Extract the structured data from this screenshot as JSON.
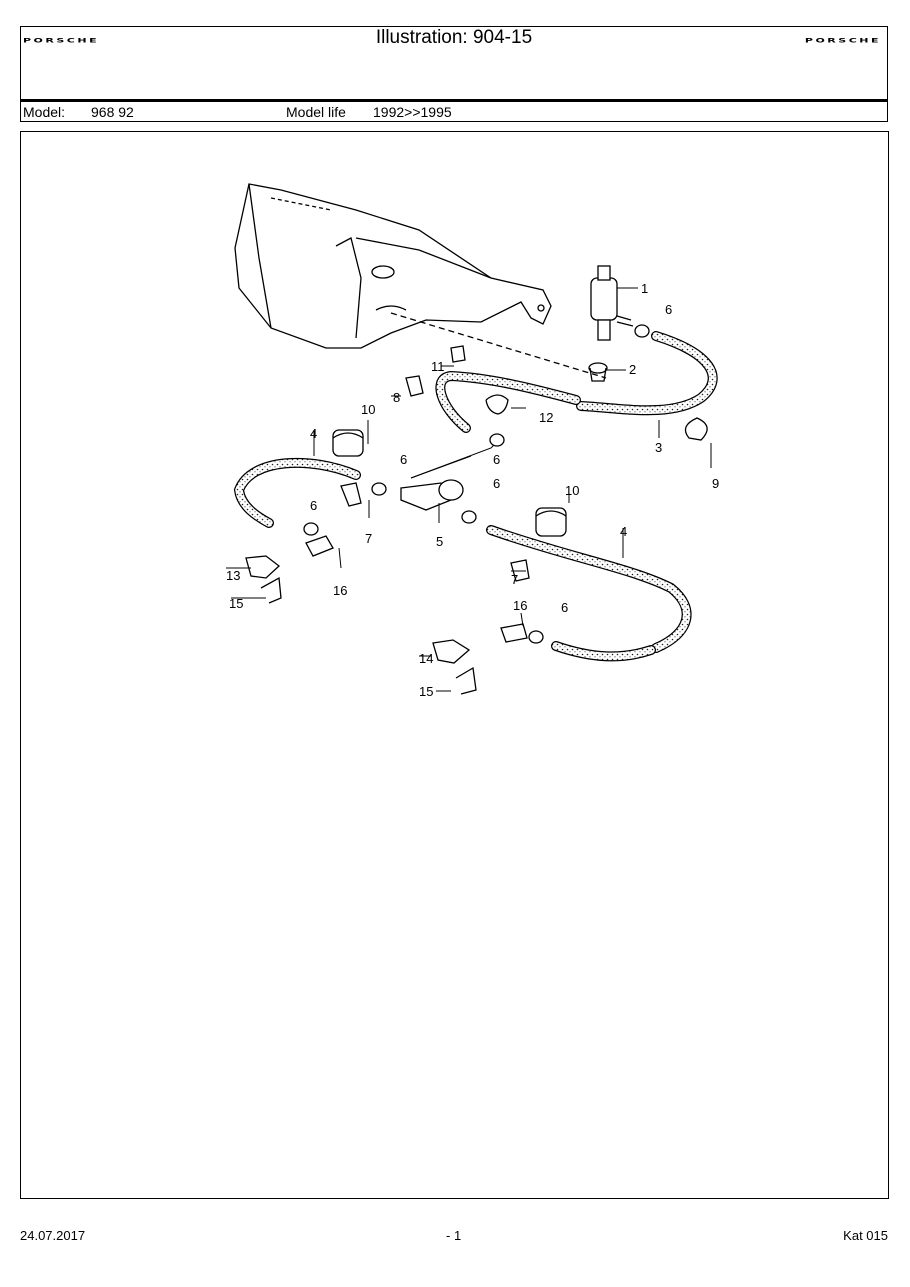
{
  "header": {
    "brand_left": "PORSCHE",
    "brand_right": "PORSCHE",
    "illustration_title": "Illustration: 904-15",
    "model_label": "Model:",
    "model_value": "968 92",
    "model_life_label": "Model life",
    "model_life_value": "1992>>1995"
  },
  "diagram": {
    "callouts": [
      "1",
      "2",
      "3",
      "4",
      "4",
      "5",
      "6",
      "6",
      "6",
      "6",
      "6",
      "6",
      "7",
      "7",
      "8",
      "9",
      "10",
      "10",
      "11",
      "12",
      "13",
      "14",
      "15",
      "15",
      "16",
      "16"
    ]
  },
  "footer": {
    "date": "24.07.2017",
    "page": "- 1",
    "catalog": "Kat 015"
  }
}
